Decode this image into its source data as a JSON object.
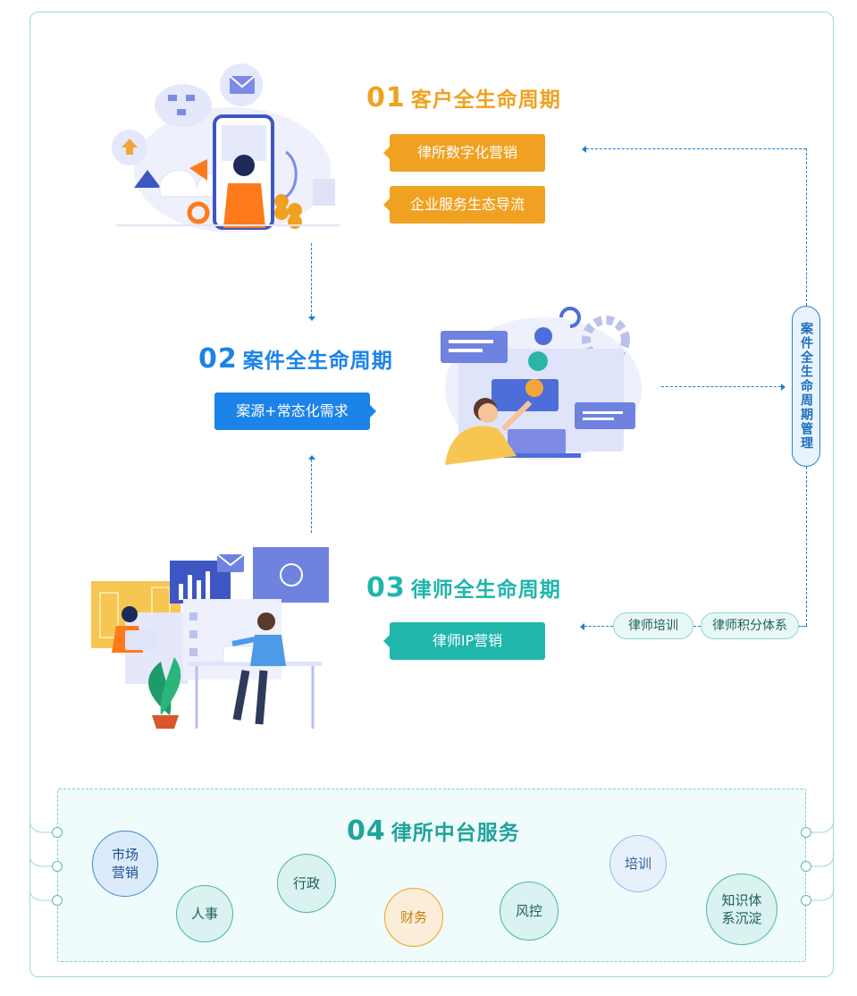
{
  "section1": {
    "num": "01",
    "title": "客户全生命周期",
    "tags": [
      "律所数字化营销",
      "企业服务生态导流"
    ],
    "color": "#f0a121"
  },
  "section2": {
    "num": "02",
    "title": "案件全生命周期",
    "tags": [
      "案源+常态化需求"
    ],
    "color": "#1c83e8"
  },
  "section3": {
    "num": "03",
    "title": "律师全生命周期",
    "tags": [
      "律师IP营销"
    ],
    "color": "#1fb6ac"
  },
  "side_label": "案件全生命周期管理",
  "lawyer_pills": [
    "律师培训",
    "律师积分体系"
  ],
  "section4": {
    "num": "04",
    "title": "律所中台服务",
    "color": "#1fa49c",
    "circles": [
      "市场营销",
      "人事",
      "行政",
      "财务",
      "风控",
      "培训",
      "知识体系沉淀"
    ]
  },
  "icons": [
    "megaphone-illustration",
    "laptop-developer-illustration",
    "office-work-illustration",
    "envelope-icon",
    "cloud-upload-icon",
    "star-icon",
    "gear-icon",
    "chain-link-icon"
  ]
}
